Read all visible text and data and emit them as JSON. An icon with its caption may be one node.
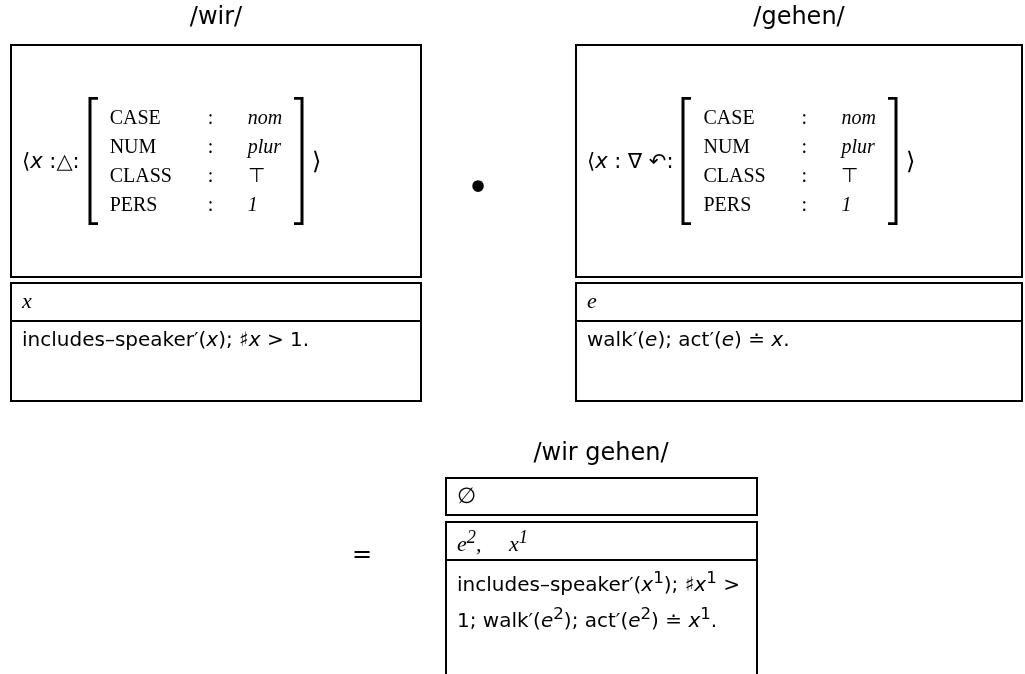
{
  "diagram": {
    "nodes": [
      {
        "text": [
          "⟨*x* :△:",
          "CASE : *nom*",
          "NUM : *plur*",
          "CLASS : ⊤",
          "PERS : *1*",
          "⟩"
        ]
      },
      {
        "text": [
          "x",
          "includes–speaker′(*x*); ♯*x* > 1."
        ]
      },
      {
        "text": [
          "⟨*x* : ∇ ↶:",
          "CASE : *nom*",
          "NUM : *plur*",
          "CLASS : ⊤",
          "PERS : *1*",
          "⟩"
        ]
      },
      {
        "text": [
          "e",
          "walk′(*e*); act′(*e*) ≐ *x*."
        ]
      },
      {
        "text": [
          "∅"
        ]
      },
      {
        "text": [
          "e$^{2}$,  x$^{1}$",
          "includes–speaker′(*x*$^{1}$); ♯*x*$^{1}$ > 1; walk′(*e*$^{2}$); act′(*e*$^{2}$) ≐ *x*$^{1}$."
        ]
      }
    ],
    "labels": [
      "/wir/",
      "/gehen/",
      "•",
      "=",
      "/wir gehen/"
    ]
  }
}
